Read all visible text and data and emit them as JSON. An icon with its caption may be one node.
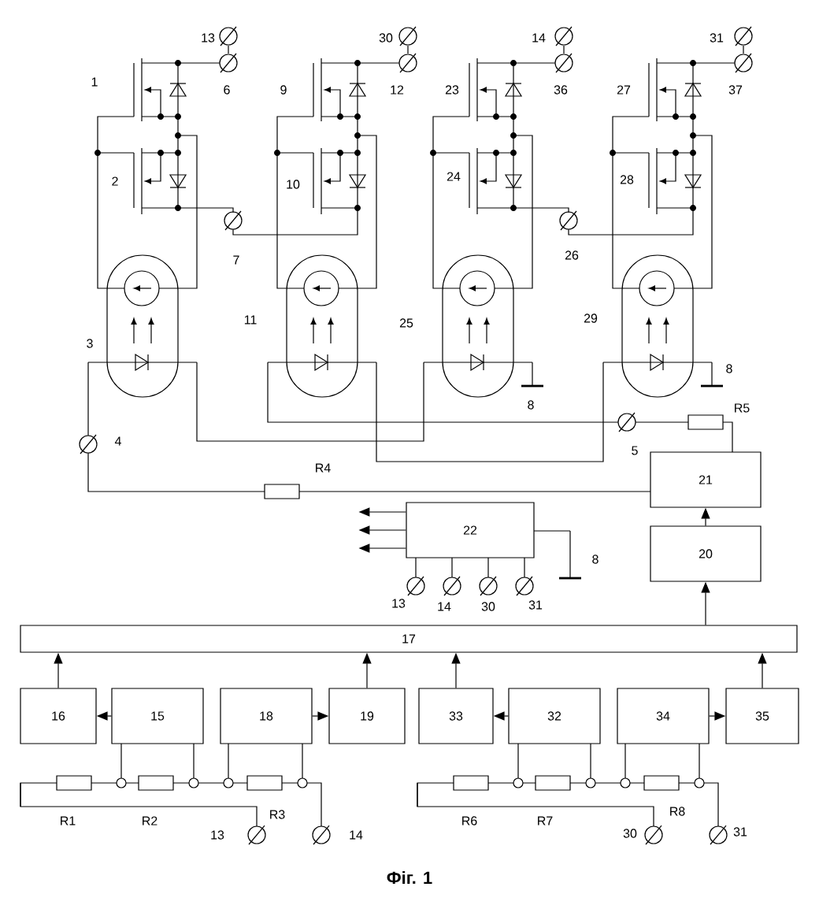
{
  "diagram": {
    "caption": "Фіг. 1",
    "nodes": [
      {
        "text": [
          "21"
        ]
      },
      {
        "text": [
          "22"
        ]
      },
      {
        "text": [
          "20"
        ]
      },
      {
        "text": [
          "17"
        ]
      },
      {
        "text": [
          "16"
        ]
      },
      {
        "text": [
          "15"
        ]
      },
      {
        "text": [
          "18"
        ]
      },
      {
        "text": [
          "19"
        ]
      },
      {
        "text": [
          "33"
        ]
      },
      {
        "text": [
          "32"
        ]
      },
      {
        "text": [
          "34"
        ]
      },
      {
        "text": [
          "35"
        ]
      }
    ],
    "edges": [
      {
        "from": 5,
        "to": 4,
        "arrow": "to"
      },
      {
        "from": 4,
        "to": 3,
        "arrow": "to"
      },
      {
        "from": 6,
        "to": 7,
        "arrow": "to"
      },
      {
        "from": 7,
        "to": 3,
        "arrow": "to"
      },
      {
        "from": 9,
        "to": 8,
        "arrow": "to"
      },
      {
        "from": 8,
        "to": 3,
        "arrow": "to"
      },
      {
        "from": 10,
        "to": 11,
        "arrow": "to"
      },
      {
        "from": 11,
        "to": 3,
        "arrow": "to"
      },
      {
        "from": 3,
        "to": 2,
        "arrow": "to"
      },
      {
        "from": 2,
        "to": 0,
        "arrow": "to"
      },
      {
        "from": 1,
        "to": null,
        "arrow": "to"
      },
      {
        "from": 1,
        "to": null,
        "arrow": "to"
      },
      {
        "from": 1,
        "to": null,
        "arrow": "to"
      }
    ],
    "labels": [
      "13",
      "30",
      "14",
      "31",
      "1",
      "6",
      "9",
      "12",
      "23",
      "36",
      "27",
      "37",
      "2",
      "10",
      "24",
      "28",
      "7",
      "26",
      "11",
      "25",
      "29",
      "3",
      "8",
      "8",
      "R5",
      "4",
      "5",
      "R4",
      "8",
      "13",
      "14",
      "30",
      "31",
      "R1",
      "R2",
      "R3",
      "13",
      "14",
      "R6",
      "R7",
      "R8",
      "30",
      "31"
    ]
  }
}
